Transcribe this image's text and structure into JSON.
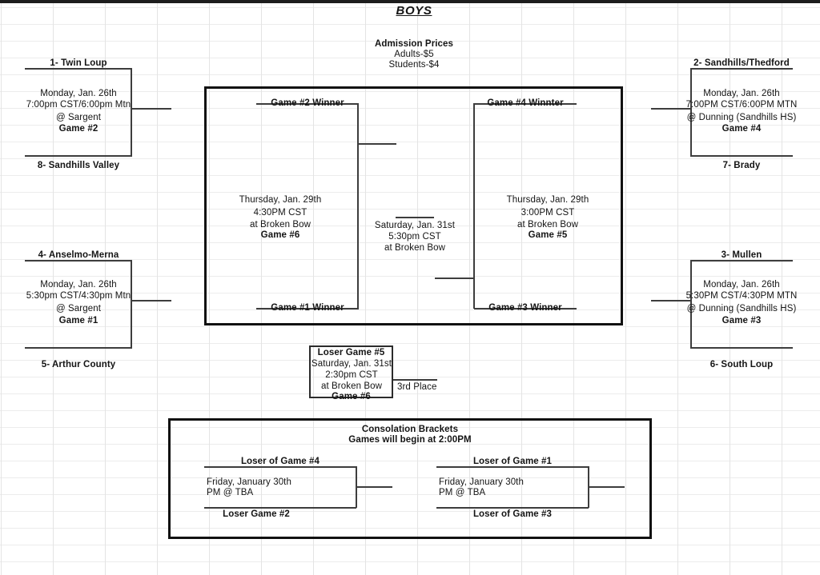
{
  "document": {
    "title": "BOYS",
    "gender_heading": "BOYS"
  },
  "admission": {
    "heading": "Admission Prices",
    "adults": "Adults-$5",
    "students": "Students-$4"
  },
  "quarterfinals": [
    {
      "id": "game-2",
      "position": "top-left",
      "top_seed": "1- Twin Loup",
      "bottom_seed": "8- Sandhills Valley",
      "date": "Monday, Jan. 26th",
      "time": "7:00pm CST/6:00pm Mtn",
      "venue": "@ Sargent",
      "game": "Game #2"
    },
    {
      "id": "game-1",
      "position": "bottom-left",
      "top_seed": "4- Anselmo-Merna",
      "bottom_seed": "5- Arthur County",
      "date": "Monday, Jan. 26th",
      "time": "5:30pm CST/4:30pm Mtn",
      "venue": "@ Sargent",
      "game": "Game #1"
    },
    {
      "id": "game-4",
      "position": "top-right",
      "top_seed": "2- Sandhills/Thedford",
      "bottom_seed": "7- Brady",
      "date": "Monday, Jan. 26th",
      "time": "7:00PM CST/6:00PM MTN",
      "venue": "@ Dunning (Sandhills HS)",
      "game": "Game #4"
    },
    {
      "id": "game-3",
      "position": "bottom-right",
      "top_seed": "3- Mullen",
      "bottom_seed": "6- South Loup",
      "date": "Monday, Jan. 26th",
      "time": "5:30PM CST/4:30PM MTN",
      "venue": "@ Dunning (Sandhills HS)",
      "game": "Game #3"
    }
  ],
  "semifinals": [
    {
      "id": "game-6",
      "position": "left",
      "top_slot": "Game #2 Winner",
      "bottom_slot": "Game #1 Winner",
      "date": "Thursday, Jan. 29th",
      "time": "4:30PM CST",
      "venue": "at Broken Bow",
      "game": "Game #6"
    },
    {
      "id": "game-5",
      "position": "right",
      "top_slot": "Game #4 Winnter",
      "bottom_slot": "Game #3 Winner",
      "date": "Thursday, Jan. 29th",
      "time": "3:00PM CST",
      "venue": "at Broken Bow",
      "game": "Game #5"
    }
  ],
  "championship": {
    "date": "Saturday, Jan. 31st",
    "time": "5:30pm CST",
    "venue": "at Broken Bow"
  },
  "third_place": {
    "top_slot": "Loser Game #5",
    "date": "Saturday, Jan. 31st",
    "time": "2:30pm CST",
    "venue": "at Broken Bow",
    "game": "Game #6",
    "result_label": "3rd Place"
  },
  "consolation": {
    "heading": "Consolation Brackets",
    "subheading": "Games will begin at 2:00PM",
    "matchups": [
      {
        "id": "consolation-left",
        "top_slot": "Loser of Game #4",
        "bottom_slot": "Loser Game #2",
        "date": "Friday, January 30th",
        "time": "PM @ TBA"
      },
      {
        "id": "consolation-right",
        "top_slot": "Loser of Game #1",
        "bottom_slot": "Loser of Game #3",
        "date": "Friday, January 30th",
        "time": "PM @ TBA"
      }
    ]
  },
  "colors": {
    "text": "#141414",
    "grid_line": "#e8e8e8",
    "bracket_line": "#4a4a4a",
    "heavy_border": "#111111",
    "background": "#ffffff"
  }
}
